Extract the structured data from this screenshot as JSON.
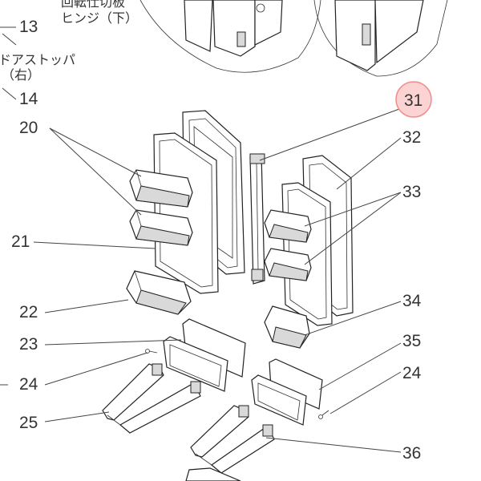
{
  "top_notes": [
    "回転仕切板",
    "ヒンジ（下）"
  ],
  "stopper_note": [
    "ドアストッパ",
    "（右）"
  ],
  "labels": {
    "n13": "13",
    "n14": "14",
    "n20": "20",
    "n21": "21",
    "n22": "22",
    "n23": "23",
    "n24a": "24",
    "n25": "25",
    "n31": "31",
    "n32": "32",
    "n33": "33",
    "n34": "34",
    "n35": "35",
    "n24b": "24",
    "n36": "36"
  },
  "highlight": {
    "number": "31",
    "color": "#f28b8b",
    "fill": "#fbd3d3"
  }
}
